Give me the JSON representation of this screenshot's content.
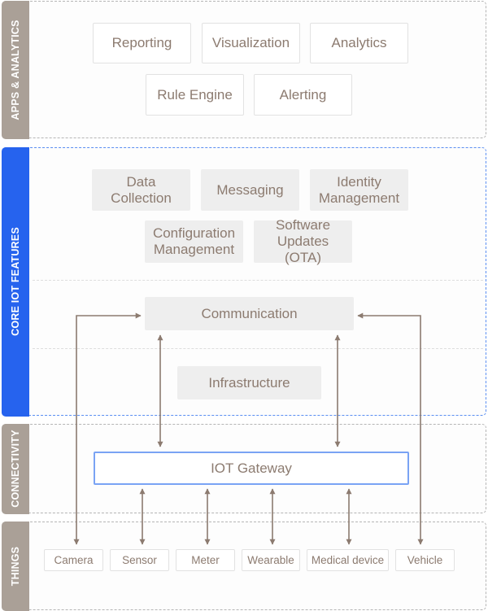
{
  "layers": {
    "apps": {
      "label": "APPS & ANALYTICS",
      "row1": [
        "Reporting",
        "Visualization",
        "Analytics"
      ],
      "row2": [
        "Rule Engine",
        "Alerting"
      ]
    },
    "core": {
      "label": "CORE IOT FEATURES",
      "row1": [
        "Data Collection",
        "Messaging",
        "Identity Management"
      ],
      "row2": [
        "Configuration Management",
        "Software Updates (OTA)"
      ],
      "communication": "Communication",
      "infrastructure": "Infrastructure"
    },
    "connectivity": {
      "label": "CONNECTIVITY",
      "gateway": "IOT Gateway"
    },
    "things": {
      "label": "THINGS",
      "items": [
        "Camera",
        "Sensor",
        "Meter",
        "Wearable",
        "Medical device",
        "Vehicle"
      ]
    }
  },
  "colors": {
    "core_accent": "#2663ee",
    "layer_sidebar": "#aaa097",
    "text": "#8c7b70",
    "arrow": "#8c7b70",
    "gateway_border": "#7aa3f4"
  }
}
